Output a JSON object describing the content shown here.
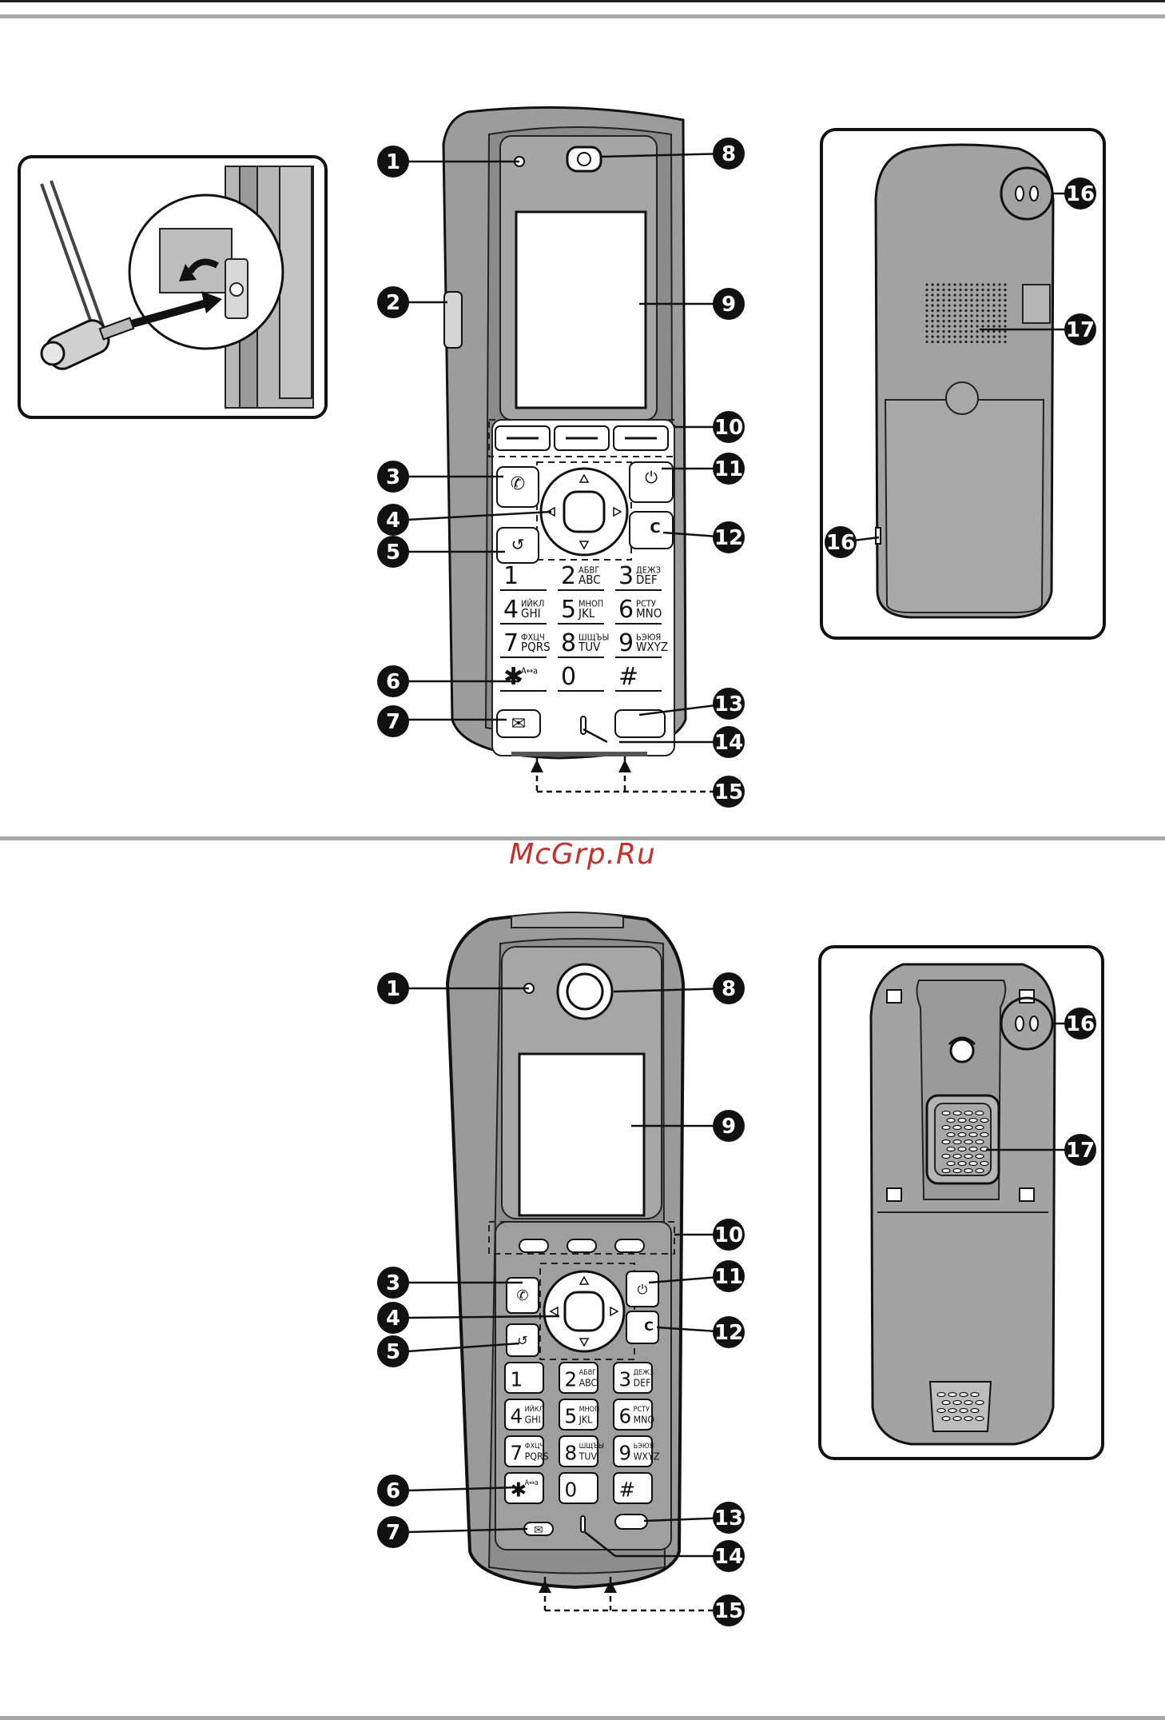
{
  "watermark": "McGrp.Ru",
  "keypad": {
    "keys": [
      {
        "digit": "1",
        "cyr": "",
        "lat": ""
      },
      {
        "digit": "2",
        "cyr": "АБВГ",
        "lat": "ABC"
      },
      {
        "digit": "3",
        "cyr": "ДЕЖЗ",
        "lat": "DEF"
      },
      {
        "digit": "4",
        "cyr": "ИЙКЛ",
        "lat": "GHI"
      },
      {
        "digit": "5",
        "cyr": "МНОП",
        "lat": "JKL"
      },
      {
        "digit": "6",
        "cyr": "РСТУ",
        "lat": "MNO"
      },
      {
        "digit": "7",
        "cyr": "ФХЦЧ",
        "lat": "PQRS"
      },
      {
        "digit": "8",
        "cyr": "ШЩЪЫ",
        "lat": "TUV"
      },
      {
        "digit": "9",
        "cyr": "ЬЭЮЯ",
        "lat": "WXYZ"
      },
      {
        "digit": "✱",
        "cyr": "A↔a",
        "lat": ""
      },
      {
        "digit": "0",
        "cyr": "",
        "lat": ""
      },
      {
        "digit": "#",
        "cyr": "",
        "lat": ""
      }
    ],
    "clear_key": "C"
  },
  "callouts": {
    "top_front": [
      "1",
      "2",
      "3",
      "4",
      "5",
      "6",
      "7",
      "8",
      "9",
      "10",
      "11",
      "12",
      "13",
      "14",
      "15"
    ],
    "top_back": [
      "16",
      "17",
      "16"
    ],
    "bottom_front": [
      "1",
      "3",
      "4",
      "5",
      "6",
      "7",
      "8",
      "9",
      "10",
      "11",
      "12",
      "13",
      "14",
      "15"
    ],
    "bottom_back": [
      "16",
      "17"
    ]
  },
  "colors": {
    "callout_fill": "#111111",
    "body_gray": "#9c9c9c",
    "line": "#1a1a1a",
    "watermark": "#c9302c"
  }
}
